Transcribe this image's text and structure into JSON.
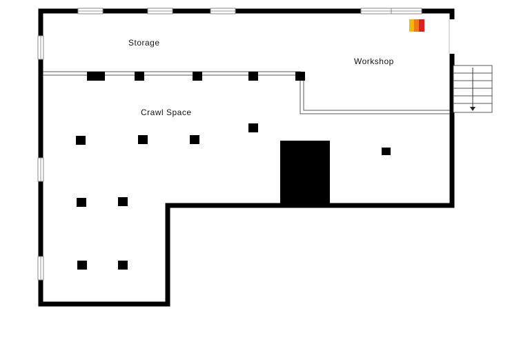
{
  "rooms": {
    "storage": "Storage",
    "workshop": "Workshop",
    "crawl_space": "Crawl Space"
  },
  "colors": {
    "wall": "#000000",
    "background": "#ffffff",
    "logo_yellow": "#f5b800",
    "logo_orange": "#f07a1a",
    "logo_red": "#d92323"
  },
  "icons": {
    "logo": "brand-logo-icon",
    "stair_direction": "arrow-down-icon"
  }
}
